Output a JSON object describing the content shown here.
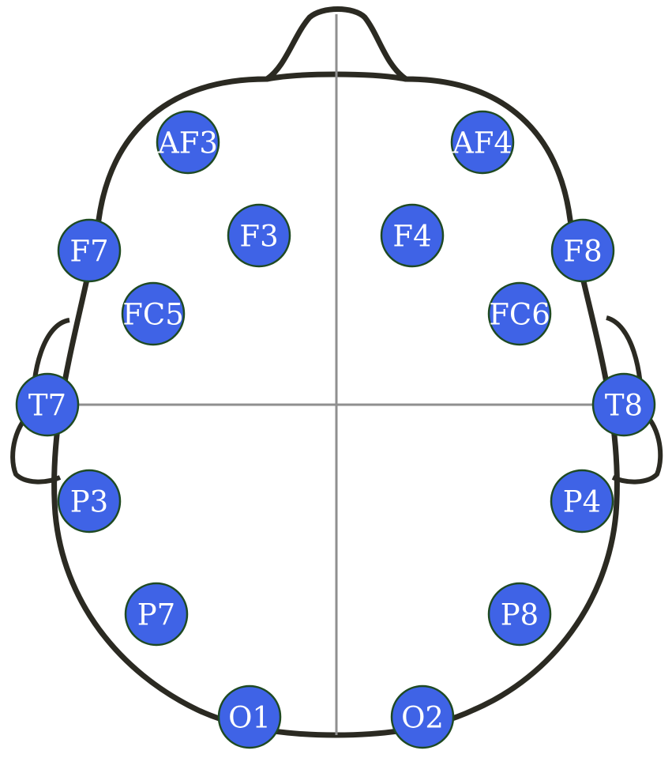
{
  "electrodes": [
    {
      "id": "AF3",
      "label": "AF3"
    },
    {
      "id": "AF4",
      "label": "AF4"
    },
    {
      "id": "F3",
      "label": "F3"
    },
    {
      "id": "F4",
      "label": "F4"
    },
    {
      "id": "F7",
      "label": "F7"
    },
    {
      "id": "F8",
      "label": "F8"
    },
    {
      "id": "FC5",
      "label": "FC5"
    },
    {
      "id": "FC6",
      "label": "FC6"
    },
    {
      "id": "T7",
      "label": "T7"
    },
    {
      "id": "T8",
      "label": "T8"
    },
    {
      "id": "P3",
      "label": "P3"
    },
    {
      "id": "P4",
      "label": "P4"
    },
    {
      "id": "P7",
      "label": "P7"
    },
    {
      "id": "P8",
      "label": "P8"
    },
    {
      "id": "O1",
      "label": "O1"
    },
    {
      "id": "O2",
      "label": "O2"
    }
  ],
  "colors": {
    "electrode_fill": "#3f63e6",
    "electrode_stroke": "#1f4a22",
    "outline": "#2b2a22",
    "axis": "#8f8f8f"
  }
}
